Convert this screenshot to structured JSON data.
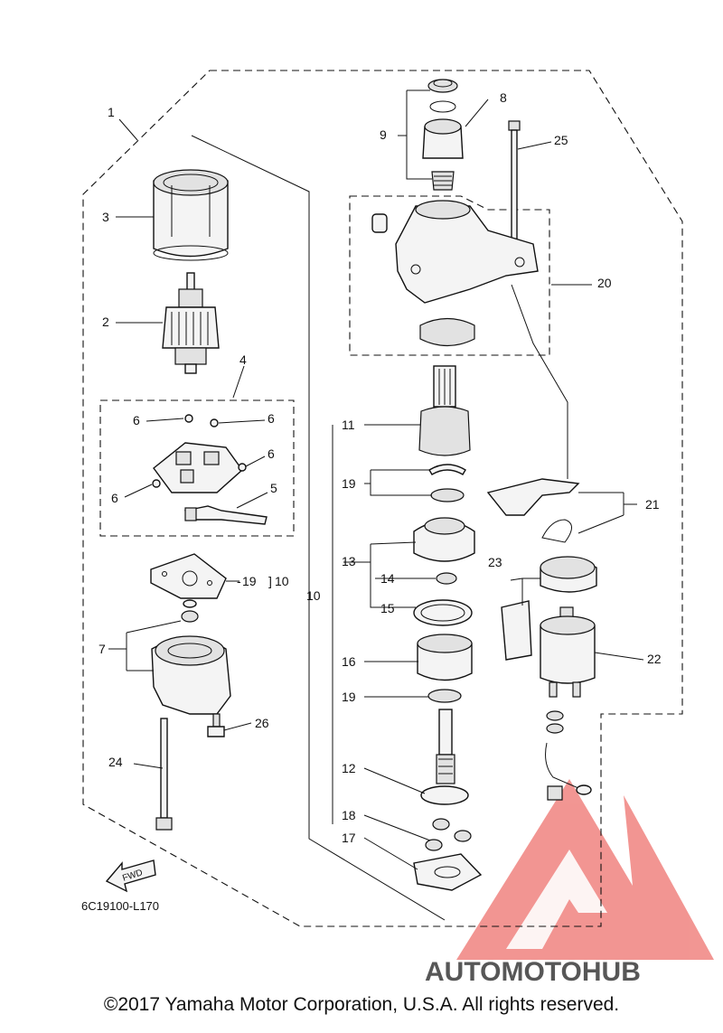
{
  "labels": {
    "p1": "1",
    "p2": "2",
    "p3": "3",
    "p4": "4",
    "p5": "5",
    "p6a": "6",
    "p6b": "6",
    "p6c": "6",
    "p6d": "6",
    "p7": "7",
    "p8": "8",
    "p9": "9",
    "p10a": "10",
    "p10b": "10",
    "p11": "11",
    "p12": "12",
    "p13": "13",
    "p14": "14",
    "p15": "15",
    "p16": "16",
    "p17": "17",
    "p18": "18",
    "p19a": "19",
    "p19b": "19",
    "p19c": "19",
    "p20": "20",
    "p21": "21",
    "p22": "22",
    "p23": "23",
    "p24": "24",
    "p25": "25",
    "p26": "26"
  },
  "fwd_label": "FWD",
  "diagram_code": "6C19100-L170",
  "watermark": "AUTOMOTOHUB",
  "copyright": "©2017 Yamaha Motor Corporation, U.S.A. All rights reserved.",
  "colors": {
    "ink": "#111111",
    "watermark_red": "#e8403a",
    "watermark_orange": "#f5a623",
    "watermark_dark": "#3a3a3a"
  }
}
